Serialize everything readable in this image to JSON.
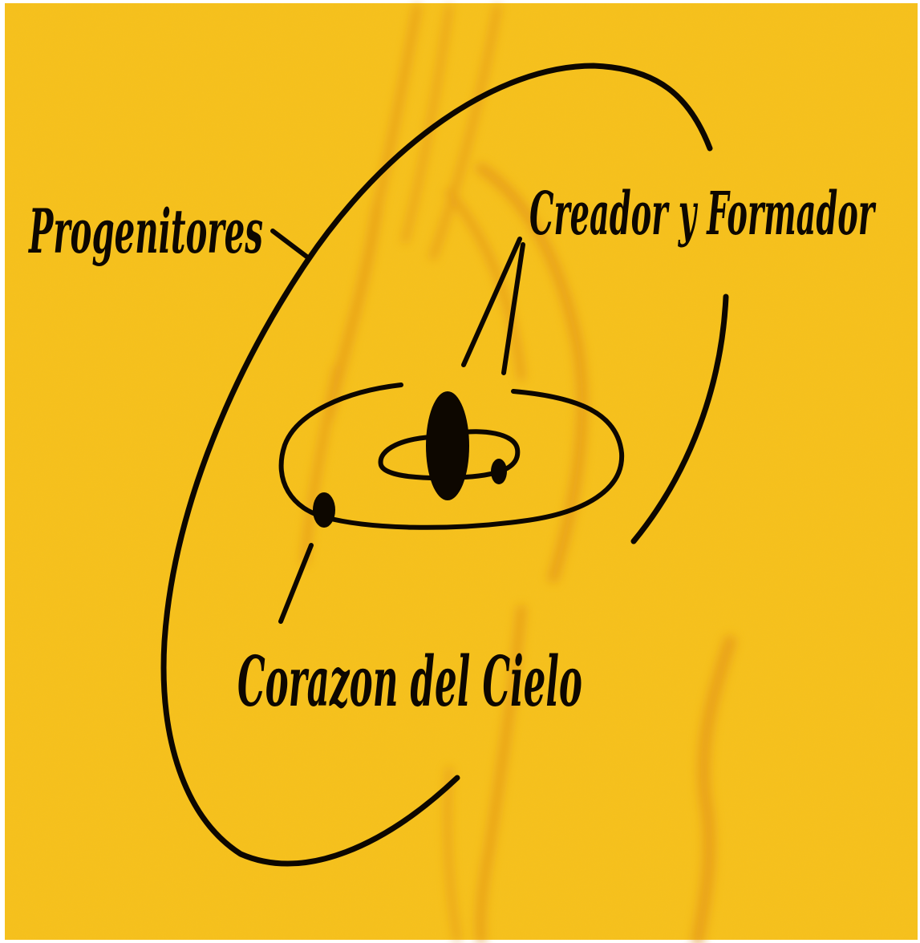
{
  "colors": {
    "paper": "#f6c21a",
    "paper_light": "#fbd62a",
    "stain": "#e08a14",
    "ink": "#0d0700"
  },
  "labels": {
    "progenitores": "Progenitores",
    "creador_formador": "Creador y Formador",
    "corazon_del_cielo": "Corazon del Cielo"
  }
}
